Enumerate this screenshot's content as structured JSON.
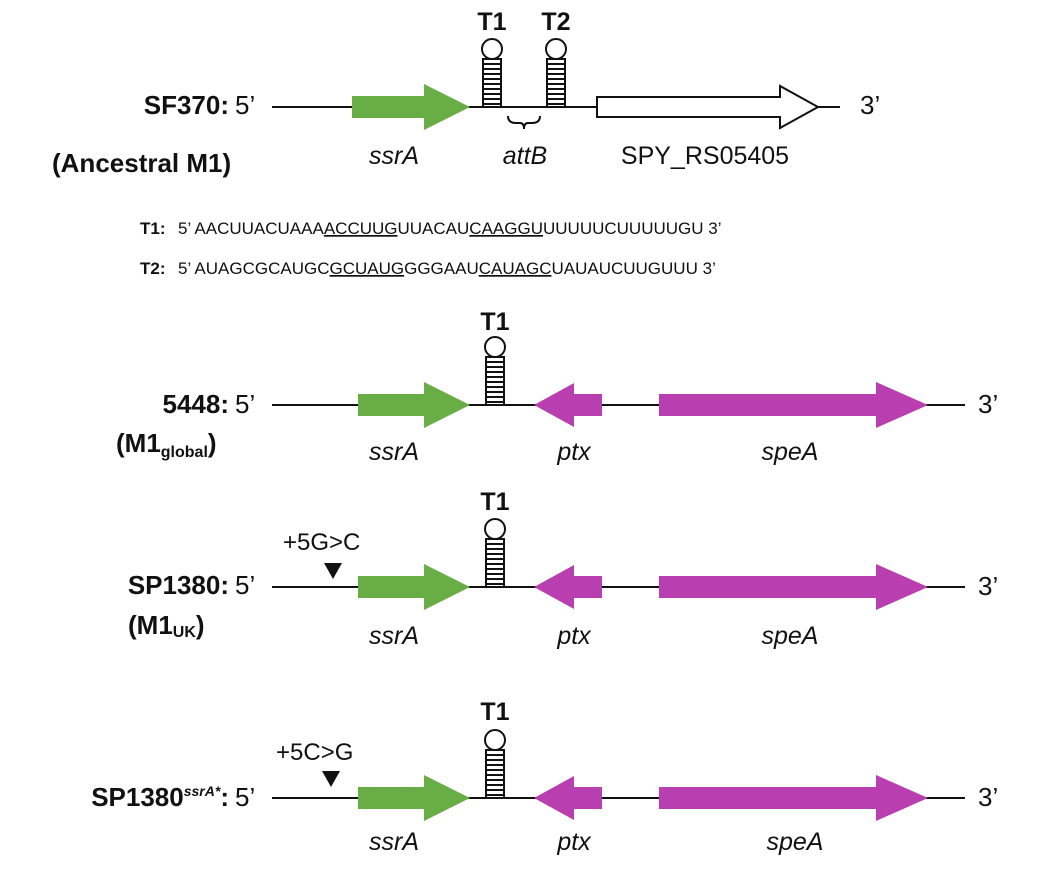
{
  "colors": {
    "ssrA": "#69ad46",
    "ptx_speA": "#b93fb0",
    "line": "#111111",
    "ancestral_gene_fill": "#ffffff"
  },
  "rows": [
    {
      "strain_bold": "SF370:",
      "prime5": "5’",
      "prime3": "3’",
      "subtitle": "(Ancestral M1)",
      "genes": {
        "ssrA": "ssrA",
        "attB": "attB",
        "spy": "SPY_RS05405"
      },
      "terminators": [
        "T1",
        "T2"
      ]
    },
    {
      "strain_bold": "5448:",
      "prime5": "5’",
      "prime3": "3’",
      "subtitle_main": "(M1",
      "subtitle_sub": "global",
      "subtitle_close": ")",
      "genes": {
        "ssrA": "ssrA",
        "ptx": "ptx",
        "speA": "speA"
      },
      "terminators": [
        "T1"
      ]
    },
    {
      "strain_bold": "SP1380:",
      "prime5": "5’",
      "prime3": "3’",
      "subtitle_main": "(M1",
      "subtitle_sub": "UK",
      "subtitle_close": ")",
      "mutation": "+5G>C",
      "genes": {
        "ssrA": "ssrA",
        "ptx": "ptx",
        "speA": "speA"
      },
      "terminators": [
        "T1"
      ]
    },
    {
      "strain_bold": "SP1380",
      "strain_sup": "ssrA*",
      "strain_colon": ":",
      "prime5": "5’",
      "prime3": "3’",
      "mutation": "+5C>G",
      "genes": {
        "ssrA": "ssrA",
        "ptx": "ptx",
        "speA": "speA"
      },
      "terminators": [
        "T1"
      ]
    }
  ],
  "sequences": {
    "t1": {
      "label": "T1:",
      "p5": "5’",
      "s1": "AACUUACUAAA",
      "u1": "ACCUUG",
      "s2": "UUACAU",
      "u2": "CAAGGU",
      "s3": "UUUUUCUUUUUGU",
      "p3": "3’"
    },
    "t2": {
      "label": "T2:",
      "p5": "5’",
      "s1": "AUAGCGCAUGC",
      "u1": "GCUAUG",
      "s2": "GGGAAU",
      "u2": "CAUAGC",
      "s3": "UAUAUCUUGUUU",
      "p3": "3’"
    }
  }
}
